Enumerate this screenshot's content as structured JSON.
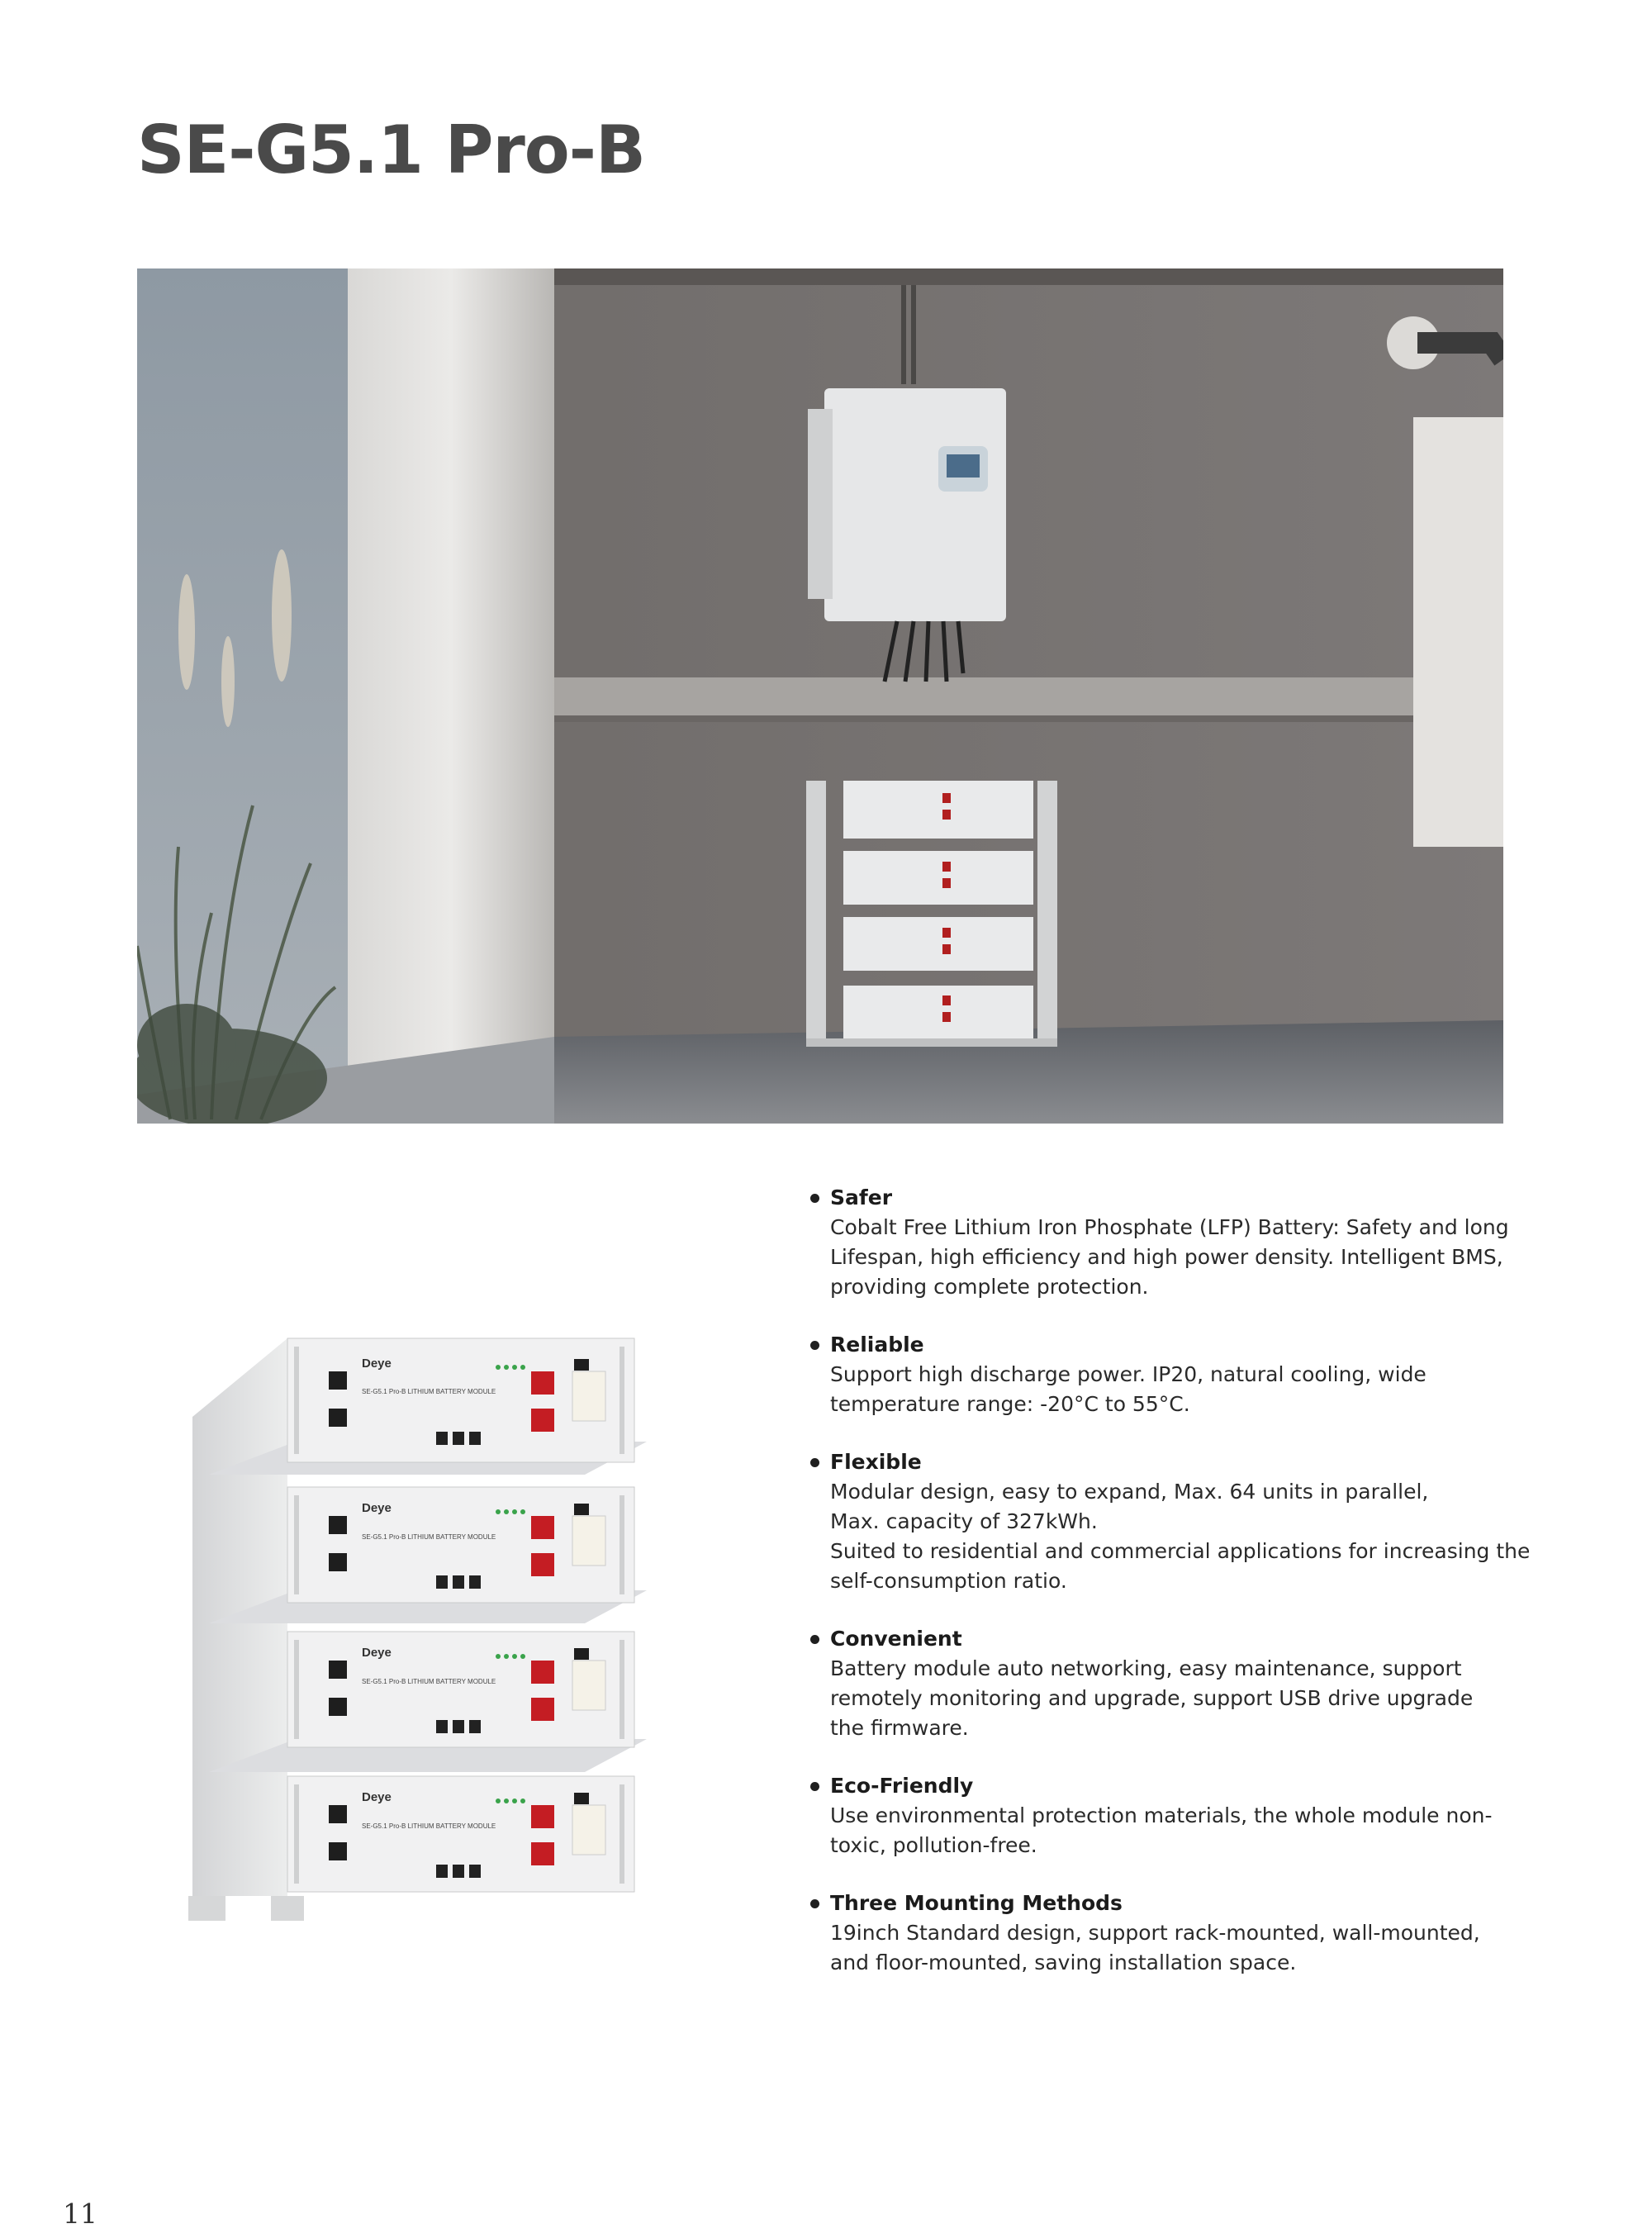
{
  "page": {
    "title": "SE-G5.1 Pro-B",
    "page_number": "11"
  },
  "features": [
    {
      "title": "Safer",
      "lines": [
        "Cobalt Free Lithium Iron Phosphate (LFP) Battery: Safety and long",
        "Lifespan, high efficiency and high power density. Intelligent BMS,",
        "providing complete protection."
      ]
    },
    {
      "title": "Reliable",
      "lines": [
        "Support high discharge power. IP20, natural cooling, wide",
        "temperature range: -20°C to 55°C."
      ]
    },
    {
      "title": "Flexible",
      "lines": [
        "Modular design, easy to expand, Max. 64 units in parallel,",
        "Max. capacity of 327kWh.",
        "Suited to residential and commercial applications for increasing the",
        "self-consumption ratio."
      ]
    },
    {
      "title": "Convenient",
      "lines": [
        "Battery module auto networking, easy maintenance, support",
        "remotely monitoring and upgrade, support USB drive upgrade",
        "the firmware."
      ]
    },
    {
      "title": "Eco-Friendly",
      "lines": [
        "Use environmental protection materials, the whole module non-",
        "toxic, pollution-free."
      ]
    },
    {
      "title": "Three Mounting Methods",
      "lines": [
        "19inch Standard design, support rack-mounted, wall-mounted,",
        "and floor-mounted, saving installation space."
      ]
    }
  ],
  "product_labels": {
    "brand": "Deye",
    "module_label": "SE-G5.1 Pro-B  LITHIUM BATTERY MODULE"
  }
}
